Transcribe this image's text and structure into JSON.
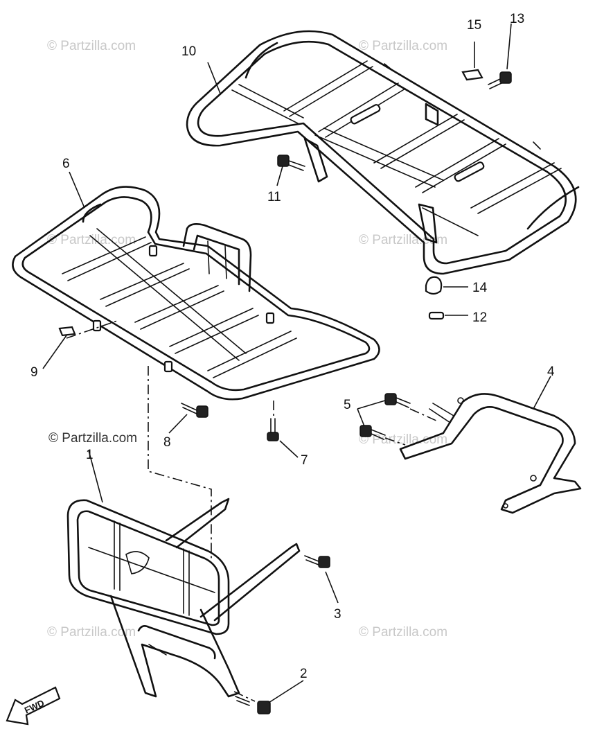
{
  "watermark": "© Partzilla.com",
  "watermark_primary": "© Partzilla.com",
  "direction_marker": "FWD",
  "callouts": {
    "p1": "1",
    "p2": "2",
    "p3": "3",
    "p4": "4",
    "p5": "5",
    "p6": "6",
    "p7": "7",
    "p8": "8",
    "p9": "9",
    "p10": "10",
    "p11": "11",
    "p12": "12",
    "p13": "13",
    "p14": "14",
    "p15": "15"
  },
  "colors": {
    "line": "#111111",
    "watermark": "#c8c8c8",
    "background": "#ffffff"
  }
}
